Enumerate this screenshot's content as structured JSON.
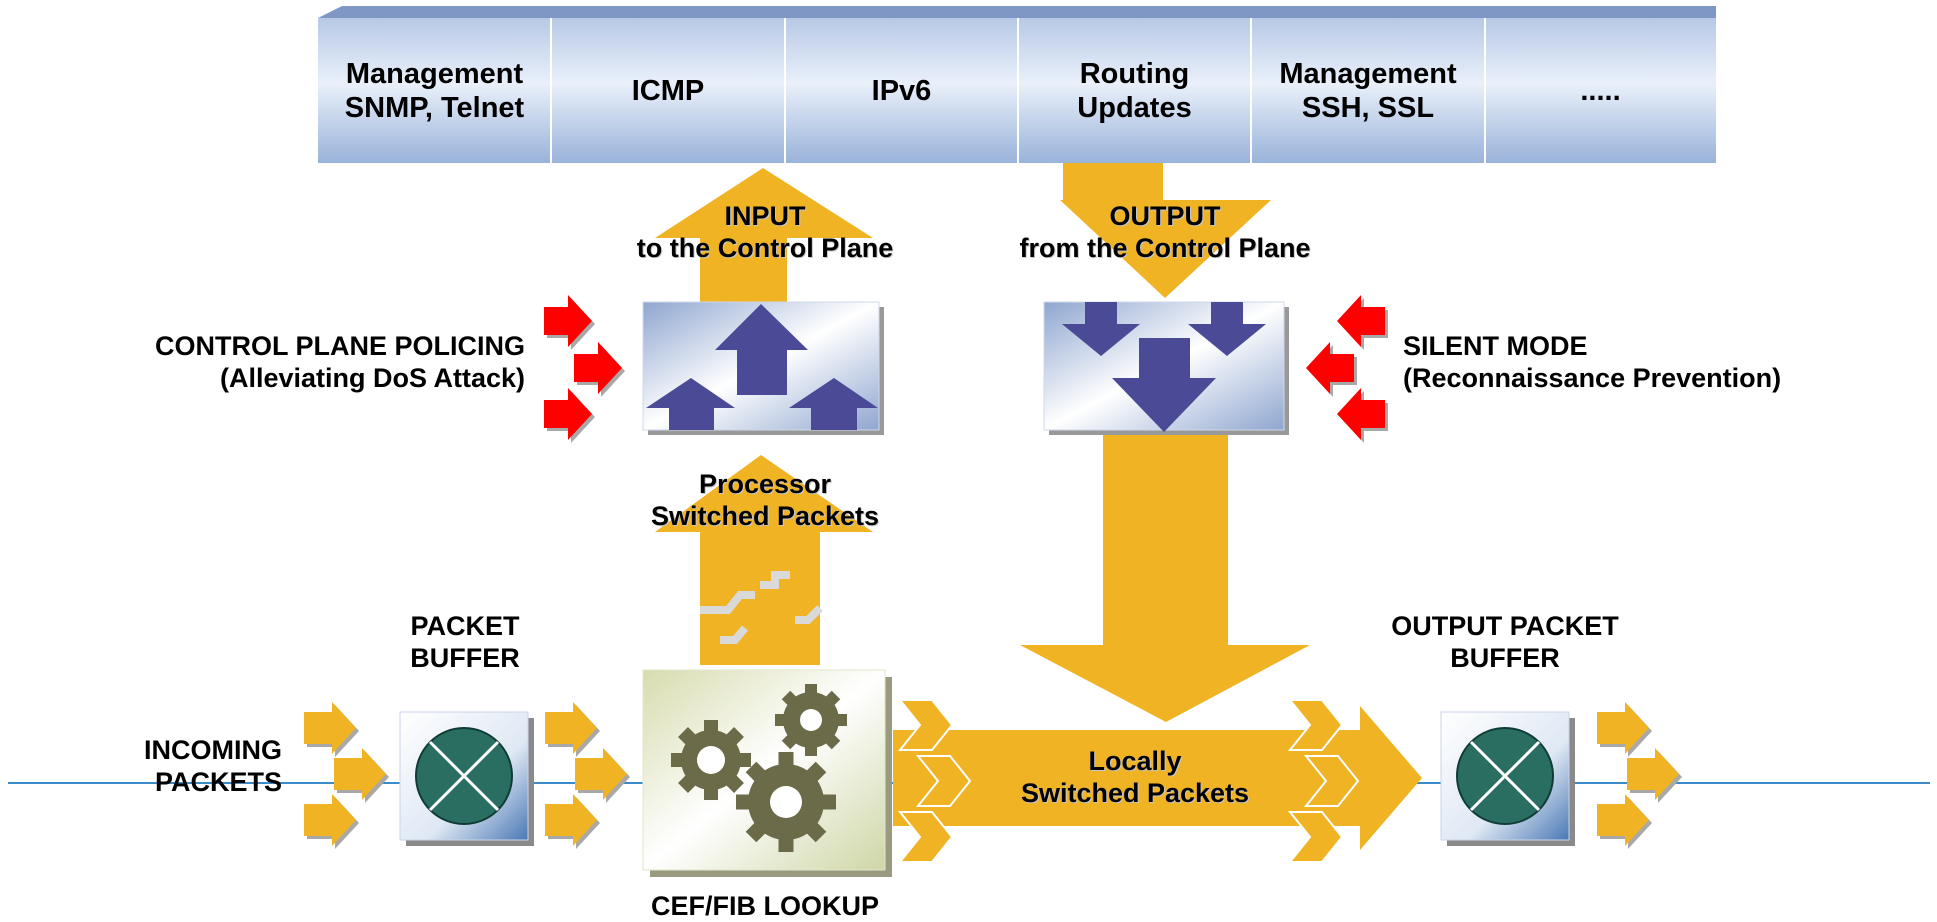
{
  "top_bar": {
    "cells": [
      {
        "line1": "Management",
        "line2": "SNMP, Telnet"
      },
      {
        "line1": "ICMP",
        "line2": ""
      },
      {
        "line1": "IPv6",
        "line2": ""
      },
      {
        "line1": "Routing",
        "line2": "Updates"
      },
      {
        "line1": "Management",
        "line2": "SSH, SSL"
      },
      {
        "line1": ".....",
        "line2": ""
      }
    ]
  },
  "labels": {
    "input": {
      "line1": "INPUT",
      "line2": "to the Control Plane"
    },
    "output": {
      "line1": "OUTPUT",
      "line2": "from the Control Plane"
    },
    "cpp": {
      "line1": "CONTROL PLANE POLICING",
      "line2": "(Alleviating DoS Attack)"
    },
    "silent": {
      "line1": "SILENT MODE",
      "line2": "(Reconnaissance Prevention)"
    },
    "processor": {
      "line1": "Processor",
      "line2": "Switched Packets"
    },
    "packet_buffer": {
      "line1": "PACKET",
      "line2": "BUFFER"
    },
    "output_buffer": {
      "line1": "OUTPUT PACKET",
      "line2": "BUFFER"
    },
    "incoming": {
      "line1": "INCOMING",
      "line2": "PACKETS"
    },
    "locally": {
      "line1": "Locally",
      "line2": "Switched Packets"
    },
    "cef": "CEF/FIB LOOKUP"
  },
  "colors": {
    "bar_gradient_light": "#e6eef9",
    "bar_gradient_dark": "#90acd6",
    "arrow_gold": "#f0b323",
    "arrow_blue": "#4a4a96",
    "red_arrow": "#ff0000",
    "buffer_green": "#2a6e62",
    "gear": "#6b6b4a",
    "line_blue": "#3a8bc8"
  },
  "icons": [
    "up-arrows-icon",
    "down-arrows-icon",
    "gears-icon",
    "buffer-x-icon"
  ]
}
